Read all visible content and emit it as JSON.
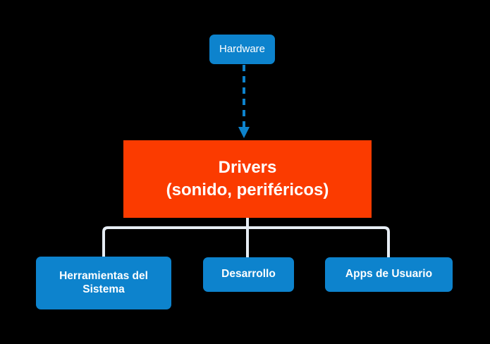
{
  "diagram": {
    "background_color": "#000000",
    "nodes": {
      "hardware": {
        "label": "Hardware",
        "color": "#0d83cd",
        "text_color": "#ffffff"
      },
      "drivers": {
        "label_line1": "Drivers",
        "label_line2": "(sonido, periféricos)",
        "color": "#fb3b00",
        "text_color": "#ffffff"
      },
      "herramientas": {
        "label_line1": "Herramientas del",
        "label_line2": "Sistema",
        "color": "#0d83cd",
        "text_color": "#ffffff"
      },
      "desarrollo": {
        "label": "Desarrollo",
        "color": "#0d83cd",
        "text_color": "#ffffff"
      },
      "apps": {
        "label": "Apps de Usuario",
        "color": "#0d83cd",
        "text_color": "#ffffff"
      }
    },
    "connectors": {
      "hardware_to_drivers": {
        "style": "dashed",
        "color": "#0d83cd",
        "arrowhead": "down"
      },
      "drivers_to_children": {
        "style": "solid",
        "color": "#e6edf4",
        "arrowhead": "none"
      }
    }
  }
}
